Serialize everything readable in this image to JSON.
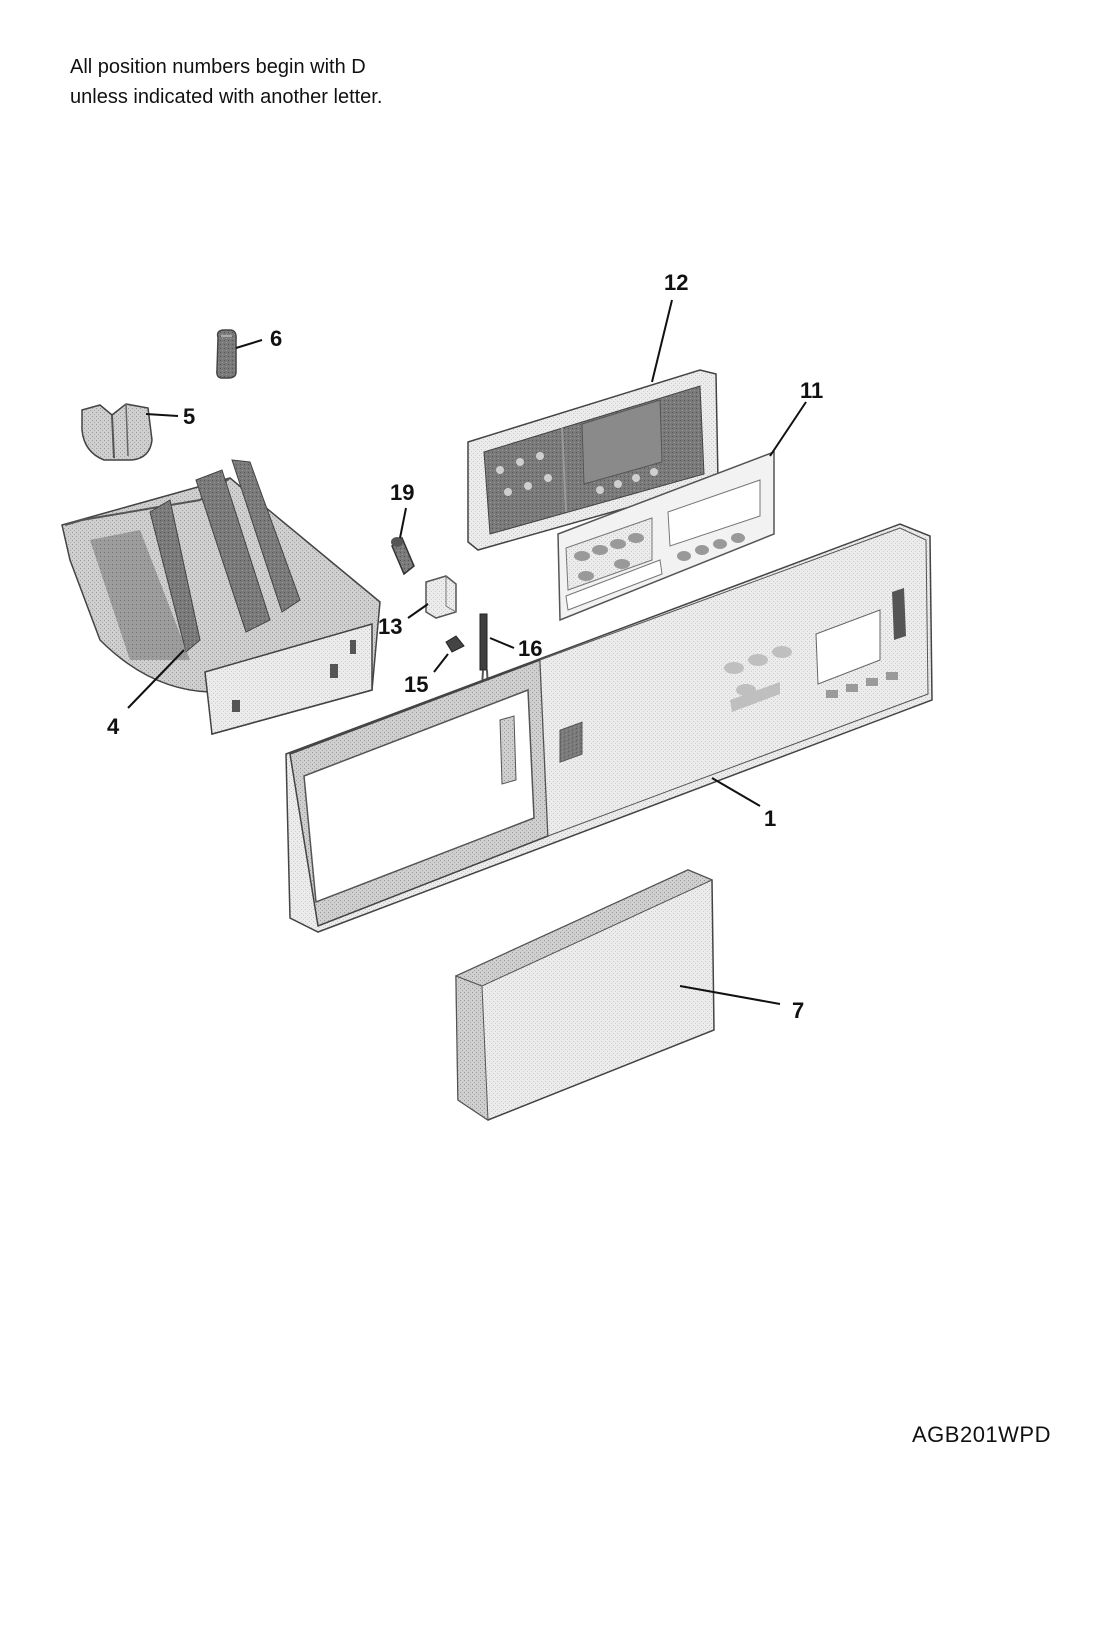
{
  "note": {
    "line1": "All position numbers begin with D",
    "line2": "unless indicated with another letter."
  },
  "model_code": "AGB201WPD",
  "callouts": {
    "p1": "1",
    "p4": "4",
    "p5": "5",
    "p6": "6",
    "p7": "7",
    "p11": "11",
    "p12": "12",
    "p13": "13",
    "p15": "15",
    "p16": "16",
    "p19": "19"
  },
  "colors": {
    "part_light": "#e6e6e6",
    "part_mid": "#b9b9b9",
    "part_dark": "#6f6f6f",
    "part_darker": "#4a4a4a",
    "line": "#111111"
  }
}
